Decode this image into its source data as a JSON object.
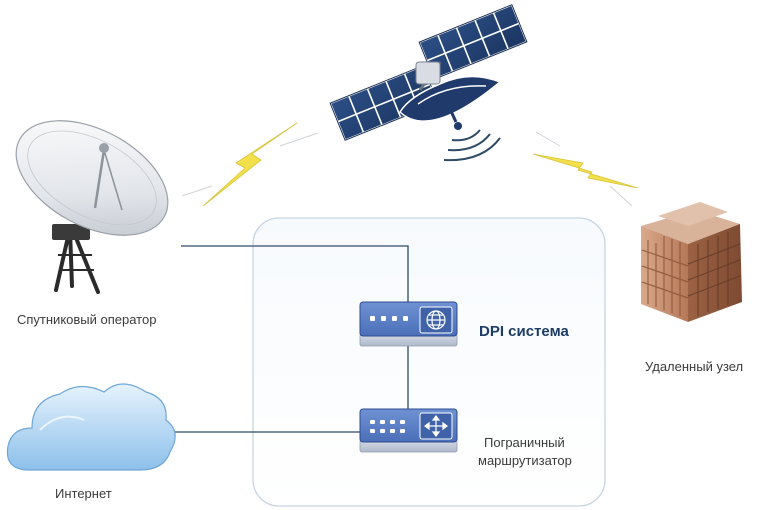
{
  "diagram": {
    "nodes": {
      "satellite_operator": {
        "label": "Спутниковый оператор",
        "icon": "satellite-dish-icon"
      },
      "satellite": {
        "icon": "satellite-icon"
      },
      "remote_node": {
        "label": "Удаленный узел",
        "icon": "office-building-icon"
      },
      "internet": {
        "label": "Интернет",
        "icon": "cloud-icon"
      },
      "dpi_system": {
        "label": "DPI система",
        "icon": "globe-icon"
      },
      "border_router": {
        "label_line1": "Пограничный",
        "label_line2": "маршрутизатор",
        "icon": "router-arrows-icon"
      }
    },
    "links": [
      {
        "from": "satellite_operator",
        "to": "satellite",
        "type": "wireless"
      },
      {
        "from": "satellite",
        "to": "remote_node",
        "type": "wireless"
      },
      {
        "from": "satellite_operator",
        "to": "dpi_system",
        "type": "wired"
      },
      {
        "from": "dpi_system",
        "to": "border_router",
        "type": "wired"
      },
      {
        "from": "internet",
        "to": "border_router",
        "type": "wired"
      }
    ],
    "colors": {
      "lines": "#2e4a66",
      "device_blue": "#5b7fc6",
      "device_dark": "#2e4b8f",
      "lightning": "#f2e04a",
      "cloud": "#a9d0f0",
      "building": "#b4785a",
      "container_border": "#c8d4e2"
    }
  }
}
